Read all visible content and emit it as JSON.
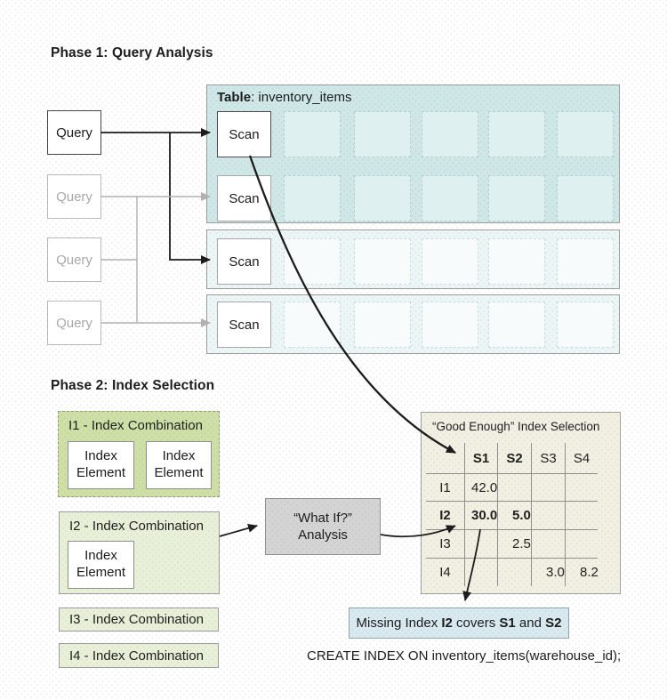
{
  "colors": {
    "ink": "#1c1c1c",
    "tealbg": "#cfe7e7",
    "tealcell": "#def0f0",
    "lightbg": "#edf6f6",
    "lightcell": "#f8fbfb",
    "greendark": "#cfe0a6",
    "greenlight": "#e8f0d7",
    "graybox": "#d4d4d4",
    "cream": "#f2efe3",
    "bluebox": "#d9e9f0"
  },
  "phase1": {
    "heading": "Phase 1: Query Analysis",
    "queries": [
      "Query",
      "Query",
      "Query",
      "Query"
    ],
    "table": {
      "label_bold": "Table",
      "label_rest": ": inventory_items",
      "scans": [
        "Scan",
        "Scan",
        "Scan",
        "Scan"
      ]
    }
  },
  "phase2": {
    "heading": "Phase 2: Index Selection",
    "combinations": [
      {
        "label": "I1 - Index Combination",
        "elements": [
          "Index Element",
          "Index Element"
        ]
      },
      {
        "label": "I2 - Index Combination",
        "elements": [
          "Index Element"
        ]
      },
      {
        "label": "I3 - Index Combination",
        "elements": []
      },
      {
        "label": "I4 - Index Combination",
        "elements": []
      }
    ],
    "whatif": {
      "line1": "“What If?”",
      "line2": "Analysis"
    },
    "selection_table": {
      "title": "“Good Enough” Index Selection",
      "columns": [
        "S1",
        "S2",
        "S3",
        "S4"
      ],
      "rows": [
        {
          "label": "I1",
          "values": [
            "42.0",
            "",
            "",
            ""
          ]
        },
        {
          "label": "I2",
          "values": [
            "30.0",
            "5.0",
            "",
            ""
          ]
        },
        {
          "label": "I3",
          "values": [
            "",
            "2.5",
            "",
            ""
          ]
        },
        {
          "label": "I4",
          "values": [
            "",
            "",
            "3.0",
            "8.2"
          ]
        }
      ]
    },
    "missing": [
      "Missing Index ",
      "I2",
      " covers ",
      "S1",
      " and ",
      "S2"
    ],
    "create_sql": "CREATE INDEX ON inventory_items(warehouse_id);"
  },
  "chart_data": {
    "type": "table",
    "title": "“Good Enough” Index Selection",
    "columns": [
      "S1",
      "S2",
      "S3",
      "S4"
    ],
    "rows": [
      {
        "index": "I1",
        "S1": 42.0,
        "S2": null,
        "S3": null,
        "S4": null
      },
      {
        "index": "I2",
        "S1": 30.0,
        "S2": 5.0,
        "S3": null,
        "S4": null
      },
      {
        "index": "I3",
        "S1": null,
        "S2": 2.5,
        "S3": null,
        "S4": null
      },
      {
        "index": "I4",
        "S1": null,
        "S2": null,
        "S3": 3.0,
        "S4": 8.2
      }
    ]
  }
}
